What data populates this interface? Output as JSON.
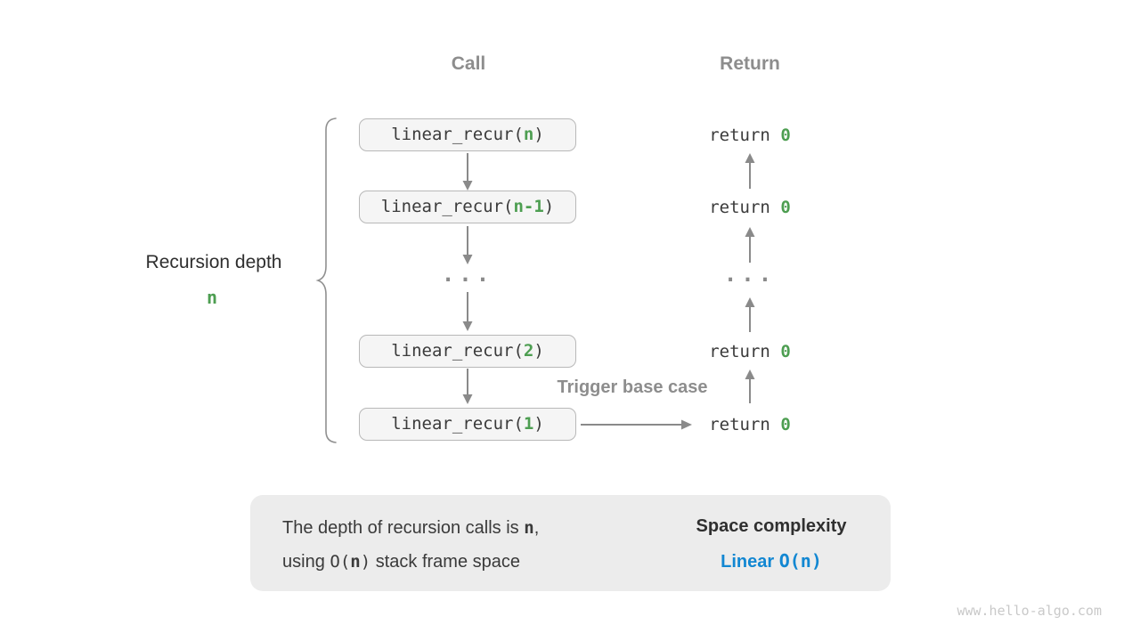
{
  "diagram": {
    "headers": {
      "call": "Call",
      "return": "Return"
    },
    "call_column": {
      "boxes": [
        {
          "pre": "linear_recur(",
          "arg": "n",
          "post": ")"
        },
        {
          "pre": "linear_recur(",
          "arg": "n-1",
          "post": ")"
        },
        {
          "pre": "linear_recur(",
          "arg": "2",
          "post": ")"
        },
        {
          "pre": "linear_recur(",
          "arg": "1",
          "post": ")"
        }
      ],
      "ellipsis": "..."
    },
    "return_column": {
      "rows": [
        {
          "keyword": "return ",
          "value": "0"
        },
        {
          "keyword": "return ",
          "value": "0"
        },
        {
          "keyword": "return ",
          "value": "0"
        },
        {
          "keyword": "return ",
          "value": "0"
        }
      ],
      "ellipsis": "..."
    },
    "left_label": {
      "title": "Recursion depth",
      "value": "n"
    },
    "trigger_label": "Trigger base case"
  },
  "summary": {
    "line1": {
      "text": "The depth of recursion calls is ",
      "code_arg": "n",
      "suffix": ","
    },
    "line2": {
      "prefix": "using ",
      "code_pre": "O(",
      "code_arg": "n",
      "code_post": ")",
      "suffix": " stack frame space"
    },
    "result": {
      "title": "Space complexity",
      "label": "Linear",
      "code_pre": "O(",
      "code_arg": "n",
      "code_post": ")"
    }
  },
  "watermark": "www.hello-algo.com",
  "colors": {
    "green_accent": "#4d9e51",
    "blue_accent": "#1287d2",
    "gray_label": "#8d8d8d",
    "arrow_gray": "#8a8a8a",
    "box_fill": "#f5f5f5",
    "box_border": "#b8b8b8",
    "summary_fill": "#ececec",
    "code_text": "#3b3b3b"
  }
}
